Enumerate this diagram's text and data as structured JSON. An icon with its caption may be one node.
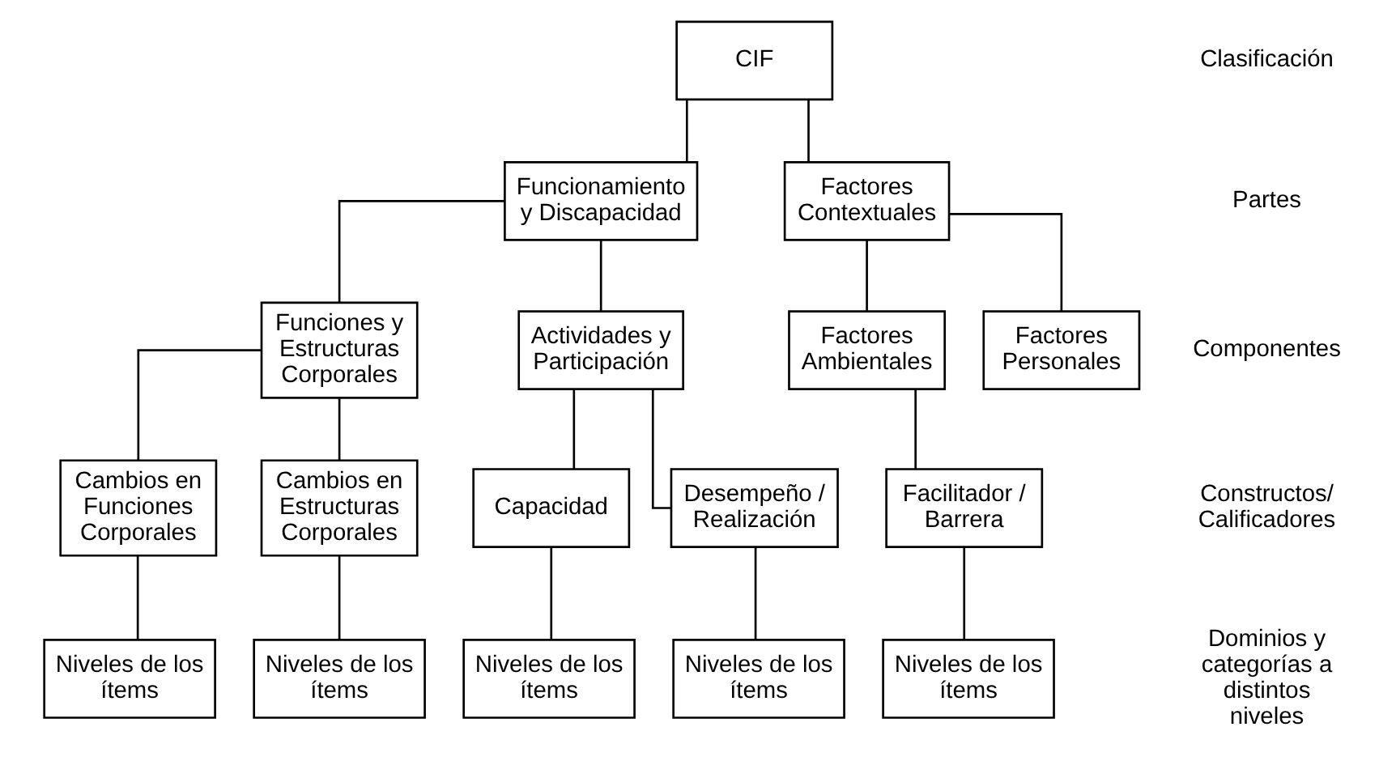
{
  "diagram": {
    "nodes": [
      {
        "text": [
          "CIF"
        ]
      },
      {
        "text": [
          "Funcionamiento y Discapacidad"
        ]
      },
      {
        "text": [
          "Factores Contextuales"
        ]
      },
      {
        "text": [
          "Funciones y Estructuras Corporales"
        ]
      },
      {
        "text": [
          "Actividades y Participación"
        ]
      },
      {
        "text": [
          "Factores Ambientales"
        ]
      },
      {
        "text": [
          "Factores Personales"
        ]
      },
      {
        "text": [
          "Cambios en Funciones Corporales"
        ]
      },
      {
        "text": [
          "Cambios en Estructuras Corporales"
        ]
      },
      {
        "text": [
          "Capacidad"
        ]
      },
      {
        "text": [
          "Desempeño / Realización"
        ]
      },
      {
        "text": [
          "Facilitador / Barrera"
        ]
      },
      {
        "text": [
          "Niveles de los ítems"
        ]
      },
      {
        "text": [
          "Niveles de los ítems"
        ]
      },
      {
        "text": [
          "Niveles de los ítems"
        ]
      },
      {
        "text": [
          "Niveles de los ítems"
        ]
      },
      {
        "text": [
          "Niveles de los ítems"
        ]
      }
    ],
    "edges": [
      {
        "from": 0,
        "to": 1,
        "arrow": "none"
      },
      {
        "from": 0,
        "to": 2,
        "arrow": "none"
      },
      {
        "from": 1,
        "to": 3,
        "arrow": "none"
      },
      {
        "from": 1,
        "to": 4,
        "arrow": "none"
      },
      {
        "from": 2,
        "to": 5,
        "arrow": "none"
      },
      {
        "from": 2,
        "to": 6,
        "arrow": "none"
      },
      {
        "from": 3,
        "to": 7,
        "arrow": "none"
      },
      {
        "from": 3,
        "to": 8,
        "arrow": "none"
      },
      {
        "from": 4,
        "to": 9,
        "arrow": "none"
      },
      {
        "from": 4,
        "to": 10,
        "arrow": "none"
      },
      {
        "from": 5,
        "to": 11,
        "arrow": "none"
      },
      {
        "from": 7,
        "to": 12,
        "arrow": "none"
      },
      {
        "from": 8,
        "to": 13,
        "arrow": "none"
      },
      {
        "from": 9,
        "to": 14,
        "arrow": "none"
      },
      {
        "from": 10,
        "to": 15,
        "arrow": "none"
      },
      {
        "from": 11,
        "to": 16,
        "arrow": "none"
      }
    ],
    "labels": [
      "Clasificación",
      "Partes",
      "Componentes",
      "Constructos/ Calificadores",
      "Dominios y categorías a distintos niveles"
    ]
  }
}
